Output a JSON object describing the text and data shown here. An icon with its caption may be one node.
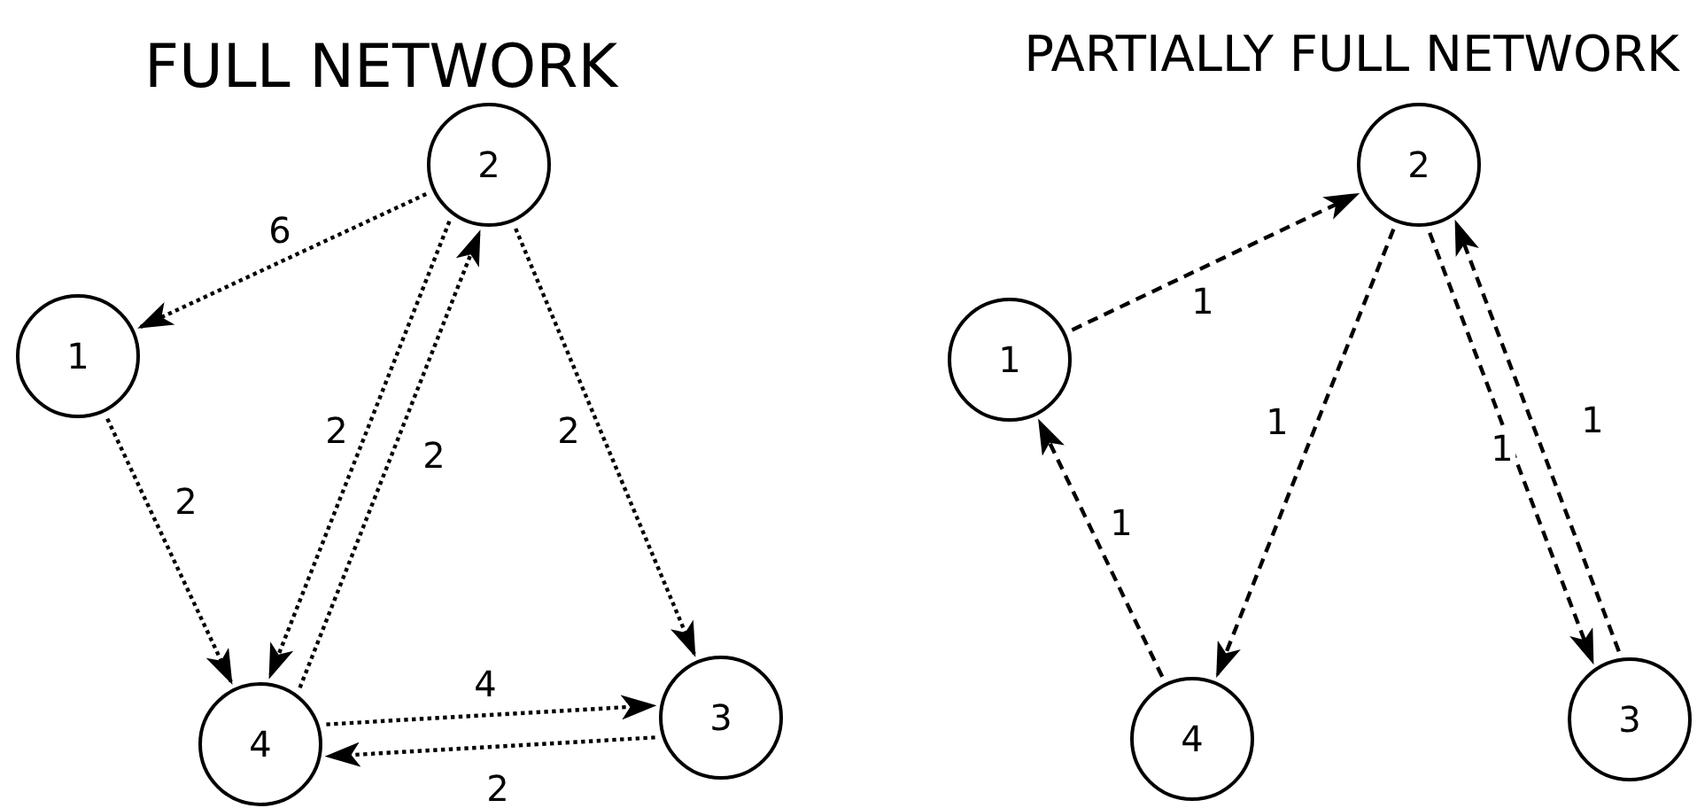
{
  "diagram": {
    "nodes": [
      {
        "text": [
          "1"
        ]
      },
      {
        "text": [
          "2"
        ]
      },
      {
        "text": [
          "3"
        ]
      },
      {
        "text": [
          "4"
        ]
      },
      {
        "text": [
          "1"
        ]
      },
      {
        "text": [
          "2"
        ]
      },
      {
        "text": [
          "3"
        ]
      },
      {
        "text": [
          "4"
        ]
      }
    ],
    "edges": [
      {
        "from": 1,
        "to": 0,
        "arrow": "to",
        "label": "6"
      },
      {
        "from": 0,
        "to": 3,
        "arrow": "to",
        "label": "2"
      },
      {
        "from": 1,
        "to": 3,
        "arrow": "to",
        "label": "2"
      },
      {
        "from": 3,
        "to": 1,
        "arrow": "to",
        "label": "2"
      },
      {
        "from": 1,
        "to": 2,
        "arrow": "to",
        "label": "2"
      },
      {
        "from": 3,
        "to": 2,
        "arrow": "to",
        "label": "4"
      },
      {
        "from": 2,
        "to": 3,
        "arrow": "to",
        "label": "2"
      },
      {
        "from": 4,
        "to": 5,
        "arrow": "to",
        "label": "1",
        "style": "dashed"
      },
      {
        "from": 5,
        "to": 7,
        "arrow": "to",
        "label": "1",
        "style": "dashed"
      },
      {
        "from": 7,
        "to": 4,
        "arrow": "to",
        "label": "1",
        "style": "dashed"
      },
      {
        "from": 5,
        "to": 6,
        "arrow": "to",
        "label": "1",
        "style": "dashed"
      },
      {
        "from": 6,
        "to": 5,
        "arrow": "to",
        "label": "1",
        "style": "dashed"
      }
    ],
    "labels": [
      "FULL NETWORK",
      "PARTIALLY FULL NETWORK"
    ]
  }
}
